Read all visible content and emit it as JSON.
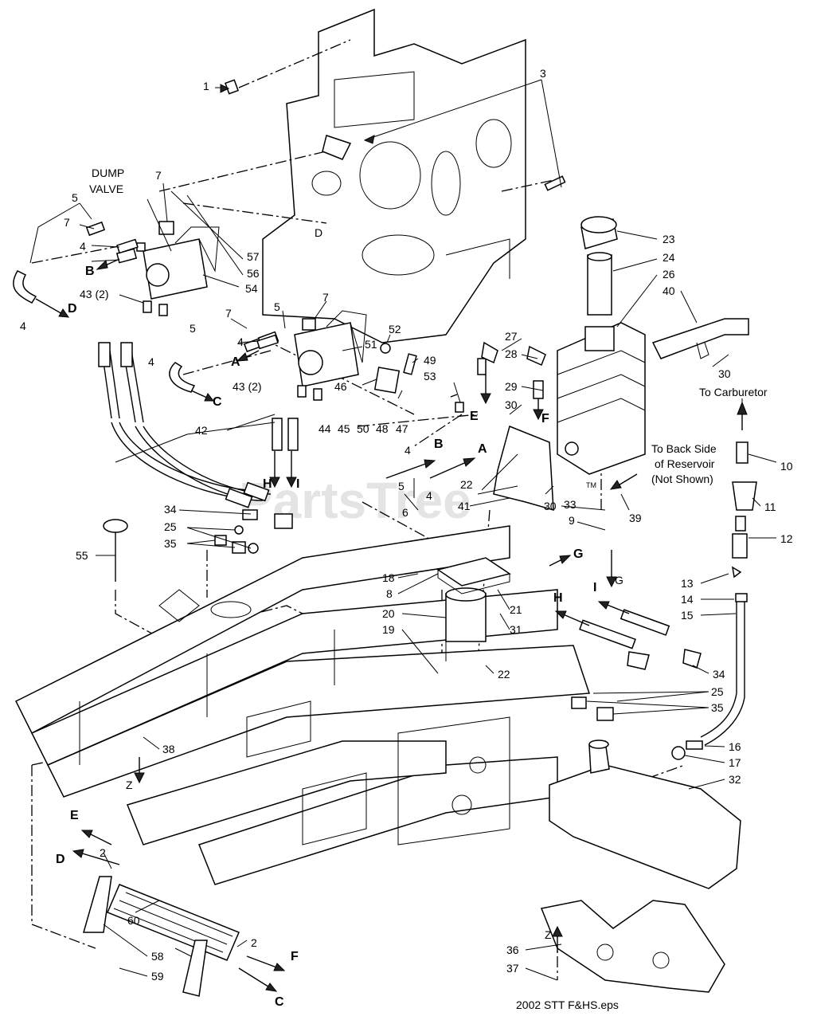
{
  "caption": "2002 STT F&HS.eps",
  "watermark": "PartsTree",
  "trademark": "TM",
  "notes": {
    "dump_valve_line1": "DUMP",
    "dump_valve_line2": "VALVE",
    "to_carburetor": "To Carburetor",
    "back_side_line1": "To Back Side",
    "back_side_line2": "of Reservoir",
    "back_side_line3": "(Not Shown)"
  },
  "callouts": [
    {
      "id": "c1",
      "text": "1"
    },
    {
      "id": "c3",
      "text": "3"
    },
    {
      "id": "c7a",
      "text": "7"
    },
    {
      "id": "c5a",
      "text": "5"
    },
    {
      "id": "c7b",
      "text": "7"
    },
    {
      "id": "c4a",
      "text": "4"
    },
    {
      "id": "c56",
      "text": "56"
    },
    {
      "id": "c57",
      "text": "57"
    },
    {
      "id": "c54",
      "text": "54"
    },
    {
      "id": "c43a",
      "text": "43 (2)"
    },
    {
      "id": "c4b",
      "text": "4"
    },
    {
      "id": "c7c",
      "text": "7"
    },
    {
      "id": "c5b",
      "text": "5"
    },
    {
      "id": "c7d",
      "text": "7"
    },
    {
      "id": "c4c",
      "text": "4"
    },
    {
      "id": "c51",
      "text": "51"
    },
    {
      "id": "c5c",
      "text": "5"
    },
    {
      "id": "c4d",
      "text": "4"
    },
    {
      "id": "c52",
      "text": "52"
    },
    {
      "id": "c49",
      "text": "49"
    },
    {
      "id": "c43b",
      "text": "43 (2)"
    },
    {
      "id": "c46",
      "text": "46"
    },
    {
      "id": "c44",
      "text": "44"
    },
    {
      "id": "c45",
      "text": "45"
    },
    {
      "id": "c50",
      "text": "50"
    },
    {
      "id": "c48",
      "text": "48"
    },
    {
      "id": "c47",
      "text": "47"
    },
    {
      "id": "c53",
      "text": "53"
    },
    {
      "id": "c42",
      "text": "42"
    },
    {
      "id": "c23",
      "text": "23"
    },
    {
      "id": "c24",
      "text": "24"
    },
    {
      "id": "c26",
      "text": "26"
    },
    {
      "id": "c40",
      "text": "40"
    },
    {
      "id": "c27",
      "text": "27"
    },
    {
      "id": "c28",
      "text": "28"
    },
    {
      "id": "c29",
      "text": "29"
    },
    {
      "id": "c30a",
      "text": "30"
    },
    {
      "id": "c30b",
      "text": "30"
    },
    {
      "id": "c10",
      "text": "10"
    },
    {
      "id": "c11",
      "text": "11"
    },
    {
      "id": "c12",
      "text": "12"
    },
    {
      "id": "c39",
      "text": "39"
    },
    {
      "id": "c22a",
      "text": "22"
    },
    {
      "id": "c41",
      "text": "41"
    },
    {
      "id": "c30c",
      "text": "30"
    },
    {
      "id": "c33",
      "text": "33"
    },
    {
      "id": "c9",
      "text": "9"
    },
    {
      "id": "c4e",
      "text": "4"
    },
    {
      "id": "c5d",
      "text": "5"
    },
    {
      "id": "c4f",
      "text": "4"
    },
    {
      "id": "c6",
      "text": "6"
    },
    {
      "id": "c34a",
      "text": "34"
    },
    {
      "id": "c25a",
      "text": "25"
    },
    {
      "id": "c35a",
      "text": "35"
    },
    {
      "id": "c55",
      "text": "55"
    },
    {
      "id": "c18",
      "text": "18"
    },
    {
      "id": "c8",
      "text": "8"
    },
    {
      "id": "c20",
      "text": "20"
    },
    {
      "id": "c19",
      "text": "19"
    },
    {
      "id": "c21",
      "text": "21"
    },
    {
      "id": "c31",
      "text": "31"
    },
    {
      "id": "c22b",
      "text": "22"
    },
    {
      "id": "c13",
      "text": "13"
    },
    {
      "id": "c14",
      "text": "14"
    },
    {
      "id": "c15",
      "text": "15"
    },
    {
      "id": "c34b",
      "text": "34"
    },
    {
      "id": "c25b",
      "text": "25"
    },
    {
      "id": "c35b",
      "text": "35"
    },
    {
      "id": "c16",
      "text": "16"
    },
    {
      "id": "c17",
      "text": "17"
    },
    {
      "id": "c32",
      "text": "32"
    },
    {
      "id": "c38",
      "text": "38"
    },
    {
      "id": "c2a",
      "text": "2"
    },
    {
      "id": "c60",
      "text": "60"
    },
    {
      "id": "c58",
      "text": "58"
    },
    {
      "id": "c59",
      "text": "59"
    },
    {
      "id": "c2b",
      "text": "2"
    },
    {
      "id": "c36",
      "text": "36"
    },
    {
      "id": "c37",
      "text": "37"
    }
  ],
  "letters": [
    {
      "id": "lB1",
      "text": "B"
    },
    {
      "id": "lD1",
      "text": "D"
    },
    {
      "id": "lD2",
      "text": "D"
    },
    {
      "id": "lA1",
      "text": "A"
    },
    {
      "id": "lC1",
      "text": "C"
    },
    {
      "id": "lE1",
      "text": "E"
    },
    {
      "id": "lF1",
      "text": "F"
    },
    {
      "id": "lB2",
      "text": "B"
    },
    {
      "id": "lA2",
      "text": "A"
    },
    {
      "id": "lH1",
      "text": "H"
    },
    {
      "id": "lI1",
      "text": "I"
    },
    {
      "id": "lG1",
      "text": "G"
    },
    {
      "id": "lG2",
      "text": "G"
    },
    {
      "id": "lH2",
      "text": "H"
    },
    {
      "id": "lI2",
      "text": "I"
    },
    {
      "id": "lZ1",
      "text": "Z"
    },
    {
      "id": "lE2",
      "text": "E"
    },
    {
      "id": "lD3",
      "text": "D"
    },
    {
      "id": "lF2",
      "text": "F"
    },
    {
      "id": "lC2",
      "text": "C"
    },
    {
      "id": "lZ2",
      "text": "Z"
    }
  ]
}
